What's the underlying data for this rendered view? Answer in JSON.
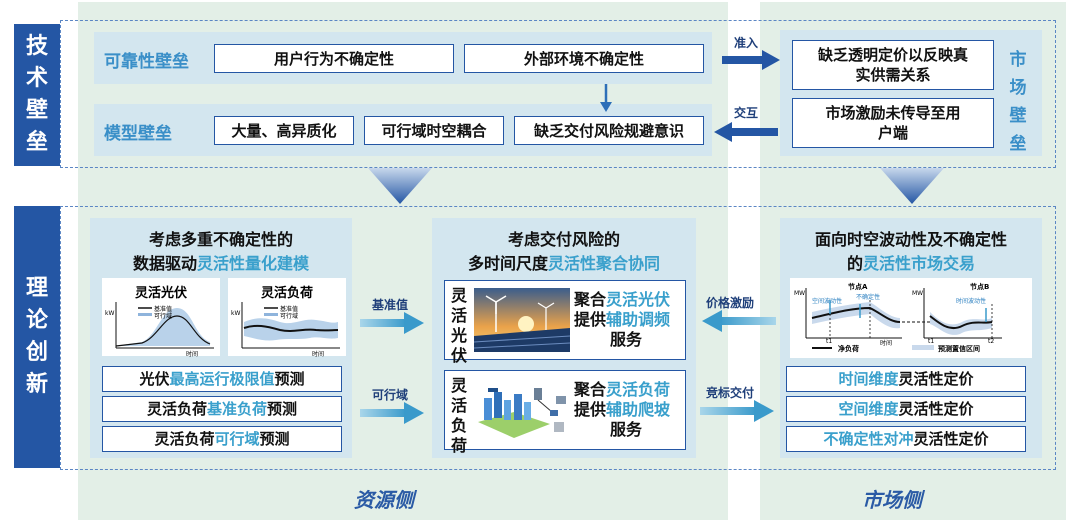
{
  "left_bar": {
    "top": "技术壁垒",
    "bottom": "理论创新"
  },
  "tech": {
    "reliability": {
      "label": "可靠性壁垒",
      "boxes": [
        "用户行为不确定性",
        "外部环境不确定性"
      ]
    },
    "model": {
      "label": "模型壁垒",
      "boxes": [
        "大量、高异质化",
        "可行域时空耦合",
        "缺乏交付风险规避意识"
      ]
    },
    "market_side_label": "市场壁垒",
    "market_boxes": [
      "缺乏透明定价以反映真实供需关系",
      "市场激励未传导至用户端"
    ],
    "arrow_in": "准入",
    "arrow_interact": "交互"
  },
  "theory": {
    "left": {
      "title_1": "考虑多重不确定性的",
      "title_2a": "数据驱动",
      "title_2b": "灵活性量化建模",
      "chart1": {
        "title": "灵活光伏",
        "legend": [
          "基准值",
          "可行域"
        ],
        "xlabel": "时间",
        "ylabel": "kW"
      },
      "chart2": {
        "title": "灵活负荷",
        "legend": [
          "基准值",
          "可行域"
        ],
        "xlabel": "时间",
        "ylabel": "kW"
      },
      "preds": [
        [
          "光伏",
          "最高运行极限值",
          "预测"
        ],
        [
          "灵活负荷",
          "基准负荷",
          "预测"
        ],
        [
          "灵活负荷",
          "可行域",
          "预测"
        ]
      ]
    },
    "mid": {
      "title_1": "考虑交付风险的",
      "title_2a": "多时间尺度",
      "title_2b": "灵活性聚合协同",
      "card1": {
        "side": "灵活光伏",
        "l1a": "聚合",
        "l1b": "灵活光伏",
        "l2a": "提供",
        "l2b": "辅助调频",
        "l3": "服务"
      },
      "card2": {
        "side": "灵活负荷",
        "l1a": "聚合",
        "l1b": "灵活负荷",
        "l2a": "提供",
        "l2b": "辅助爬坡",
        "l3": "服务"
      }
    },
    "right": {
      "title_1": "面向时空波动性及不确定性",
      "title_2a": "的",
      "title_2b": "灵活性市场交易",
      "chart": {
        "nodeA": "节点A",
        "nodeB": "节点B",
        "ann1": "空间波动性",
        "ann2": "不确定性",
        "ann3": "时间波动性",
        "t1a": "t1",
        "t1b": "t1",
        "t2": "t2",
        "xlabel": "时间",
        "ylabel": "MW",
        "legend_line": "净负荷",
        "legend_band": "预测置信区间"
      },
      "pricing": [
        [
          "时间维度",
          "灵活性定价"
        ],
        [
          "空间维度",
          "灵活性定价"
        ],
        [
          "不确定性对冲",
          "灵活性定价"
        ]
      ]
    },
    "arrows": {
      "baseline": "基准值",
      "feasible": "可行域",
      "price": "价格激励",
      "bid": "竞标交付"
    }
  },
  "bottom": {
    "resource": "资源侧",
    "market": "市场侧"
  }
}
